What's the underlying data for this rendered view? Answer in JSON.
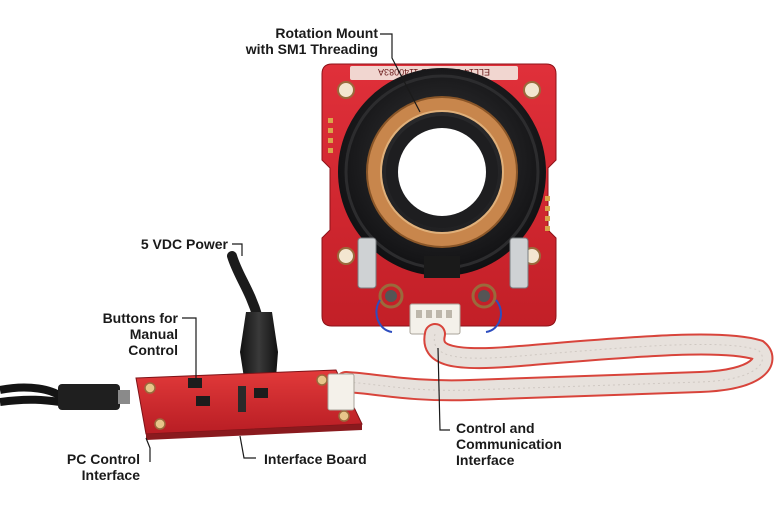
{
  "labels": {
    "rotation_mount": [
      "Rotation Mount",
      "with SM1 Threading"
    ],
    "power": [
      "5 VDC Power"
    ],
    "buttons": [
      "Buttons for",
      "Manual",
      "Control"
    ],
    "pc_control": [
      "PC Control",
      "Interface"
    ],
    "interface_board": [
      "Interface Board"
    ],
    "control_comm": [
      "Control and",
      "Communication",
      "Interface"
    ]
  },
  "mount_silkscreen": "ELL14  S/N: 2022-1140083A",
  "colors": {
    "pcb_red": "#d7262e",
    "ring_black": "#1c1c1e",
    "copper_coil": "#c8864c",
    "ribbon": "#e7e1dc",
    "ribbon_stripe": "#d8443b",
    "cable": "#1b1b1b"
  }
}
